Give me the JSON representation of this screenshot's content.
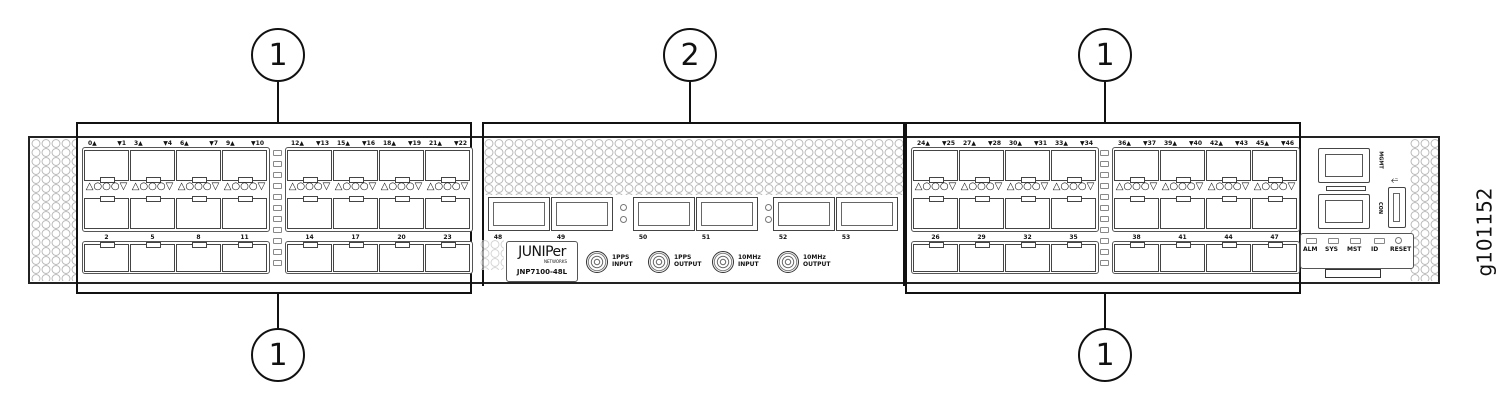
{
  "callouts": {
    "left_top": "1",
    "center_top": "2",
    "right_top": "1",
    "left_bottom": "1",
    "right_bottom": "1"
  },
  "left_block": {
    "top_labels": [
      [
        "0▲",
        "▼1"
      ],
      [
        "3▲",
        "▼4"
      ],
      [
        "6▲",
        "▼7"
      ],
      [
        "9▲",
        "▼10"
      ],
      [
        "12▲",
        "▼13"
      ],
      [
        "15▲",
        "▼16"
      ],
      [
        "18▲",
        "▼19"
      ],
      [
        "21▲",
        "▼22"
      ]
    ],
    "bottom_labels": [
      "2",
      "5",
      "8",
      "11",
      "14",
      "17",
      "20",
      "23"
    ]
  },
  "right_block": {
    "top_labels": [
      [
        "24▲",
        "▼25"
      ],
      [
        "27▲",
        "▼28"
      ],
      [
        "30▲",
        "▼31"
      ],
      [
        "33▲",
        "▼34"
      ],
      [
        "36▲",
        "▼37"
      ],
      [
        "39▲",
        "▼40"
      ],
      [
        "42▲",
        "▼43"
      ],
      [
        "45▲",
        "▼46"
      ]
    ],
    "bottom_labels": [
      "26",
      "29",
      "32",
      "35",
      "38",
      "41",
      "44",
      "47"
    ]
  },
  "led_pattern": "△○○○▽",
  "center": {
    "qsfp_labels": [
      "48",
      "49",
      "50",
      "51",
      "52",
      "53"
    ],
    "logo_brand": "JUNIPer",
    "logo_sub": "NETWORKS",
    "model": "JNP7100-48L",
    "connectors": [
      {
        "line1": "1PPS",
        "line2": "INPUT"
      },
      {
        "line1": "1PPS",
        "line2": "OUTPUT"
      },
      {
        "line1": "10MHz",
        "line2": "INPUT"
      },
      {
        "line1": "10MHz",
        "line2": "OUTPUT"
      }
    ]
  },
  "mgmt": {
    "mgmt_port_label": "MGMT",
    "con_port_label": "CON",
    "usb_icon": "usb-icon",
    "status_leds": [
      "ALM",
      "SYS",
      "MST",
      "ID"
    ],
    "reset_label": "RESET"
  },
  "figure_id": "g101152"
}
